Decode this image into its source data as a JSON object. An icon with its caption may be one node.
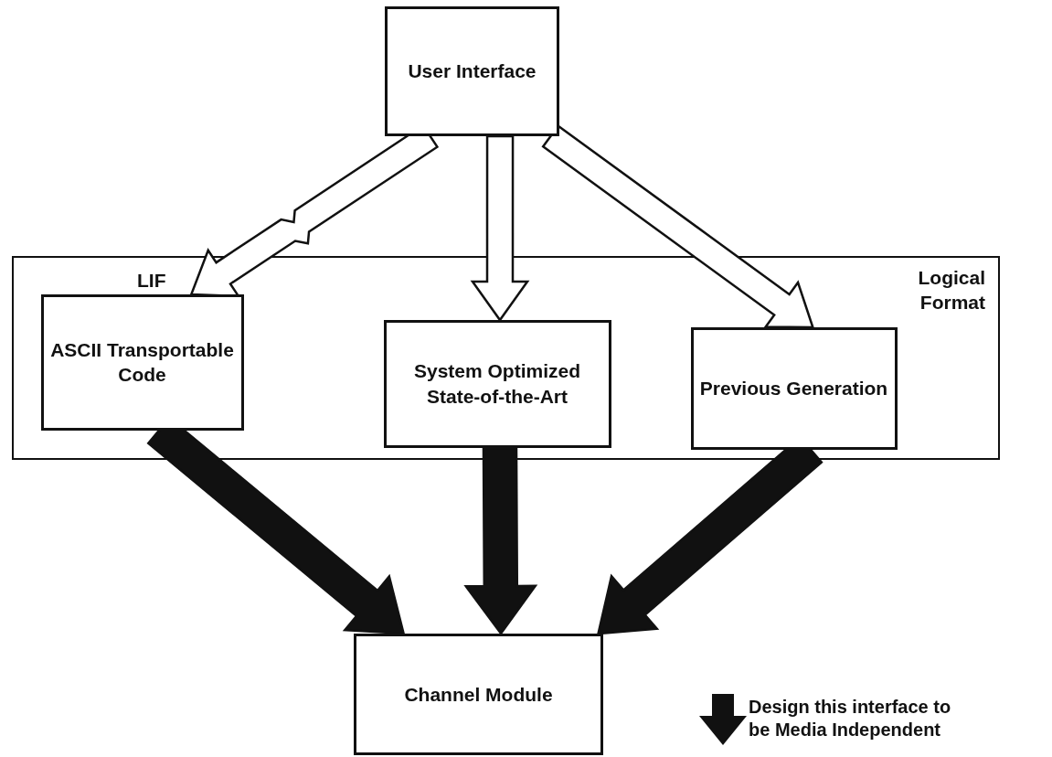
{
  "diagram": {
    "nodes": [
      {
        "text": [
          "User Interface"
        ]
      },
      {
        "text": [
          "Logical Format"
        ]
      },
      {
        "text": [
          "ASCII Transportable Code"
        ],
        "in": 1
      },
      {
        "text": [
          "System Optimized State-of-the-Art"
        ],
        "in": 1
      },
      {
        "text": [
          "Previous Generation"
        ],
        "in": 1
      },
      {
        "text": [
          "Channel Module"
        ]
      }
    ],
    "edges": [
      {
        "from": 0,
        "to": 2,
        "arrow": "to"
      },
      {
        "from": 0,
        "to": 3,
        "arrow": "to"
      },
      {
        "from": 0,
        "to": 4,
        "arrow": "to"
      },
      {
        "from": 2,
        "to": 5,
        "arrow": "to",
        "style": "thick"
      },
      {
        "from": 3,
        "to": 5,
        "arrow": "to",
        "style": "thick"
      },
      {
        "from": 4,
        "to": 5,
        "arrow": "to",
        "style": "thick"
      }
    ],
    "labels": [
      "LIF"
    ],
    "legend": [
      {
        "text": "Design this interface to be Media Independent"
      }
    ]
  }
}
